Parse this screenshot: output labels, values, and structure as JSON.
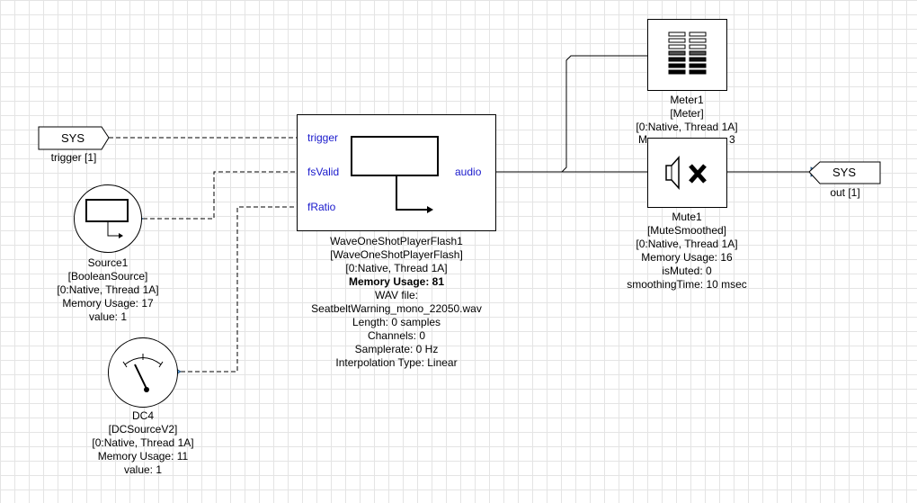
{
  "sys_in": {
    "label": "SYS",
    "caption": "trigger [1]"
  },
  "sys_out": {
    "label": "SYS",
    "caption": "out [1]"
  },
  "source1": {
    "lines": [
      "Source1",
      "[BooleanSource]",
      "[0:Native, Thread 1A]",
      "Memory Usage: 17",
      "value: 1"
    ]
  },
  "dc4": {
    "lines": [
      "DC4",
      "[DCSourceV2]",
      "[0:Native, Thread 1A]",
      "Memory Usage: 11",
      "value: 1"
    ]
  },
  "player": {
    "pins_in": [
      "trigger",
      "fsValid",
      "fRatio"
    ],
    "pin_out": "audio",
    "line1": "WaveOneShotPlayerFlash1",
    "line2": "[WaveOneShotPlayerFlash]",
    "line3": "[0:Native, Thread 1A]",
    "memory": "Memory Usage: 81",
    "line5": "WAV file:",
    "line6": "SeatbeltWarning_mono_22050.wav",
    "line7": "Length: 0 samples",
    "line8": "Channels: 0",
    "line9": "Samplerate: 0 Hz",
    "line10": "Interpolation Type: Linear"
  },
  "meter1": {
    "lines": [
      "Meter1",
      "[Meter]",
      "[0:Native, Thread 1A]",
      "M",
      "3"
    ]
  },
  "mute1": {
    "lines": [
      "Mute1",
      "[MuteSmoothed]",
      "[0:Native, Thread 1A]",
      "Memory Usage: 16",
      "isMuted: 0",
      "smoothingTime: 10 msec"
    ]
  },
  "colors": {
    "pin_fill": "#5b9bd5",
    "pin_label": "#1a1acc",
    "grid": "#e4e4e4"
  }
}
